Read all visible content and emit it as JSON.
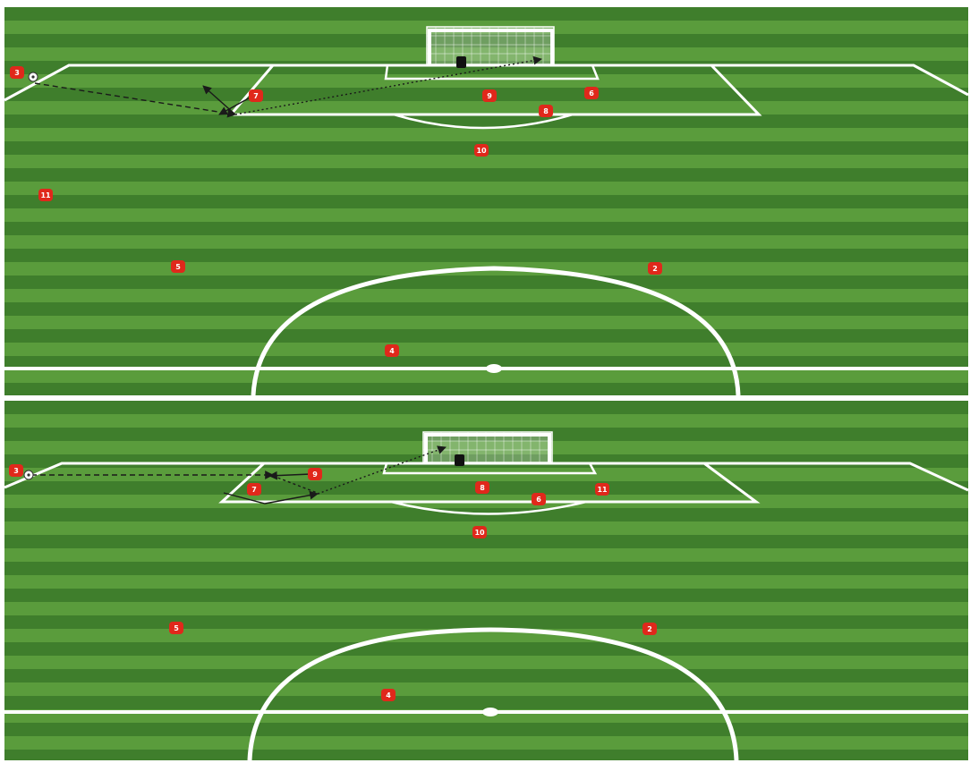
{
  "colors": {
    "grass_dark": "#3f7e2c",
    "grass_light": "#5a9c3c",
    "line": "#ffffff",
    "player": "#e0281b",
    "player_text": "#ffffff",
    "goalkeeper": "#111111",
    "arrow": "#1a1a1a"
  },
  "diagrams": [
    {
      "id": "top",
      "players": [
        {
          "label": "3"
        },
        {
          "label": "7"
        },
        {
          "label": "9"
        },
        {
          "label": "6"
        },
        {
          "label": "8"
        },
        {
          "label": "10"
        },
        {
          "label": "11"
        },
        {
          "label": "5"
        },
        {
          "label": "2"
        },
        {
          "label": "4"
        }
      ]
    },
    {
      "id": "bottom",
      "players": [
        {
          "label": "3"
        },
        {
          "label": "9"
        },
        {
          "label": "7"
        },
        {
          "label": "8"
        },
        {
          "label": "6"
        },
        {
          "label": "11"
        },
        {
          "label": "10"
        },
        {
          "label": "5"
        },
        {
          "label": "2"
        },
        {
          "label": "4"
        }
      ]
    }
  ]
}
